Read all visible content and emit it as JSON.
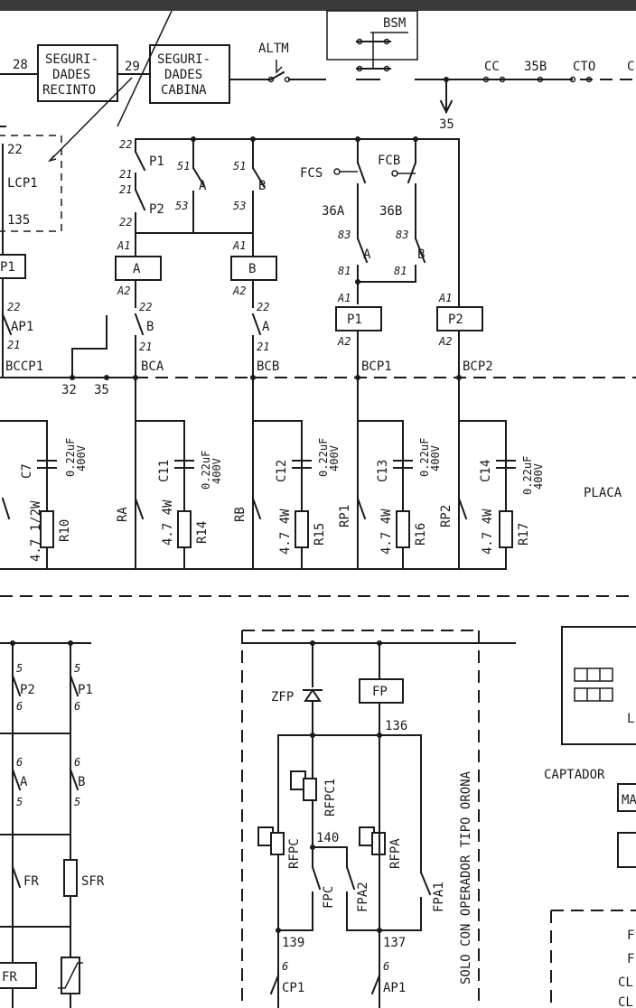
{
  "top": {
    "w28": "28",
    "w29": "29",
    "w35": "35",
    "seguridades_recinto": [
      "SEGURI-",
      "DADES",
      "RECINTO"
    ],
    "seguridades_cabina": [
      "SEGURI-",
      "DADES",
      "CABINA"
    ],
    "altm": "ALTM",
    "bsm": "BSM",
    "cc": "CC",
    "w35b": "35B",
    "cto": "CTO"
  },
  "lcp": {
    "t22": "22",
    "name": "LCP1",
    "t135": "135"
  },
  "relays": {
    "p1_top": "P1",
    "p2_top": "P2",
    "a": "A",
    "b": "B",
    "p1": "P1",
    "p2": "P2"
  },
  "contacts": {
    "fcs": "FCS",
    "fcb": "FCB",
    "w36a": "36A",
    "w36b": "36B",
    "ap1": "AP1",
    "bccp1": "BCCP1",
    "bca": "BCA",
    "bcb": "BCB",
    "bcp1": "BCP1",
    "bcp2": "BCP2",
    "w32": "32",
    "w35": "35"
  },
  "terminals": {
    "n22": "22",
    "n21": "21",
    "n51": "51",
    "n53": "53",
    "n83": "83",
    "n81": "81",
    "a1": "A1",
    "a2": "A2"
  },
  "rc": {
    "c7": "C7",
    "c11": "C11",
    "c12": "C12",
    "c13": "C13",
    "c14": "C14",
    "cap_val": [
      "0.22uF",
      "400V"
    ],
    "r10": "R10",
    "r14": "R14",
    "r15": "R15",
    "r16": "R16",
    "r17": "R17",
    "r10_val": "4.7 1/2W",
    "r_val": "4.7 4W",
    "ra": "RA",
    "rb": "RB",
    "rp1": "RP1",
    "rp2": "RP2"
  },
  "placa": "PLACA",
  "lower_left": {
    "p2": "P2",
    "p1": "P1",
    "a": "A",
    "b": "B",
    "fr": "FR",
    "sfr": "SFR",
    "fr_box": "FR",
    "n5": "5",
    "n6": "6"
  },
  "orona": {
    "zfp": "ZFP",
    "fp": "FP",
    "w136": "136",
    "rfpc1": "RFPC1",
    "rfpc": "RFPC",
    "rfpa": "RFPA",
    "w140": "140",
    "fpc": "FPC",
    "fpa2": "FPA2",
    "fpa1": "FPA1",
    "w139": "139",
    "w137": "137",
    "cp1": "CP1",
    "ap1": "AP1",
    "n6": "6",
    "note": "SOLO CON OPERADOR TIPO ORONA"
  },
  "right": {
    "captador": "CAPTADOR",
    "cut_l": "L",
    "cut_ma": "MA",
    "cut_f1": "F",
    "cut_f2": "F",
    "cut_cl1": "CL",
    "cut_cl2": "CL"
  }
}
